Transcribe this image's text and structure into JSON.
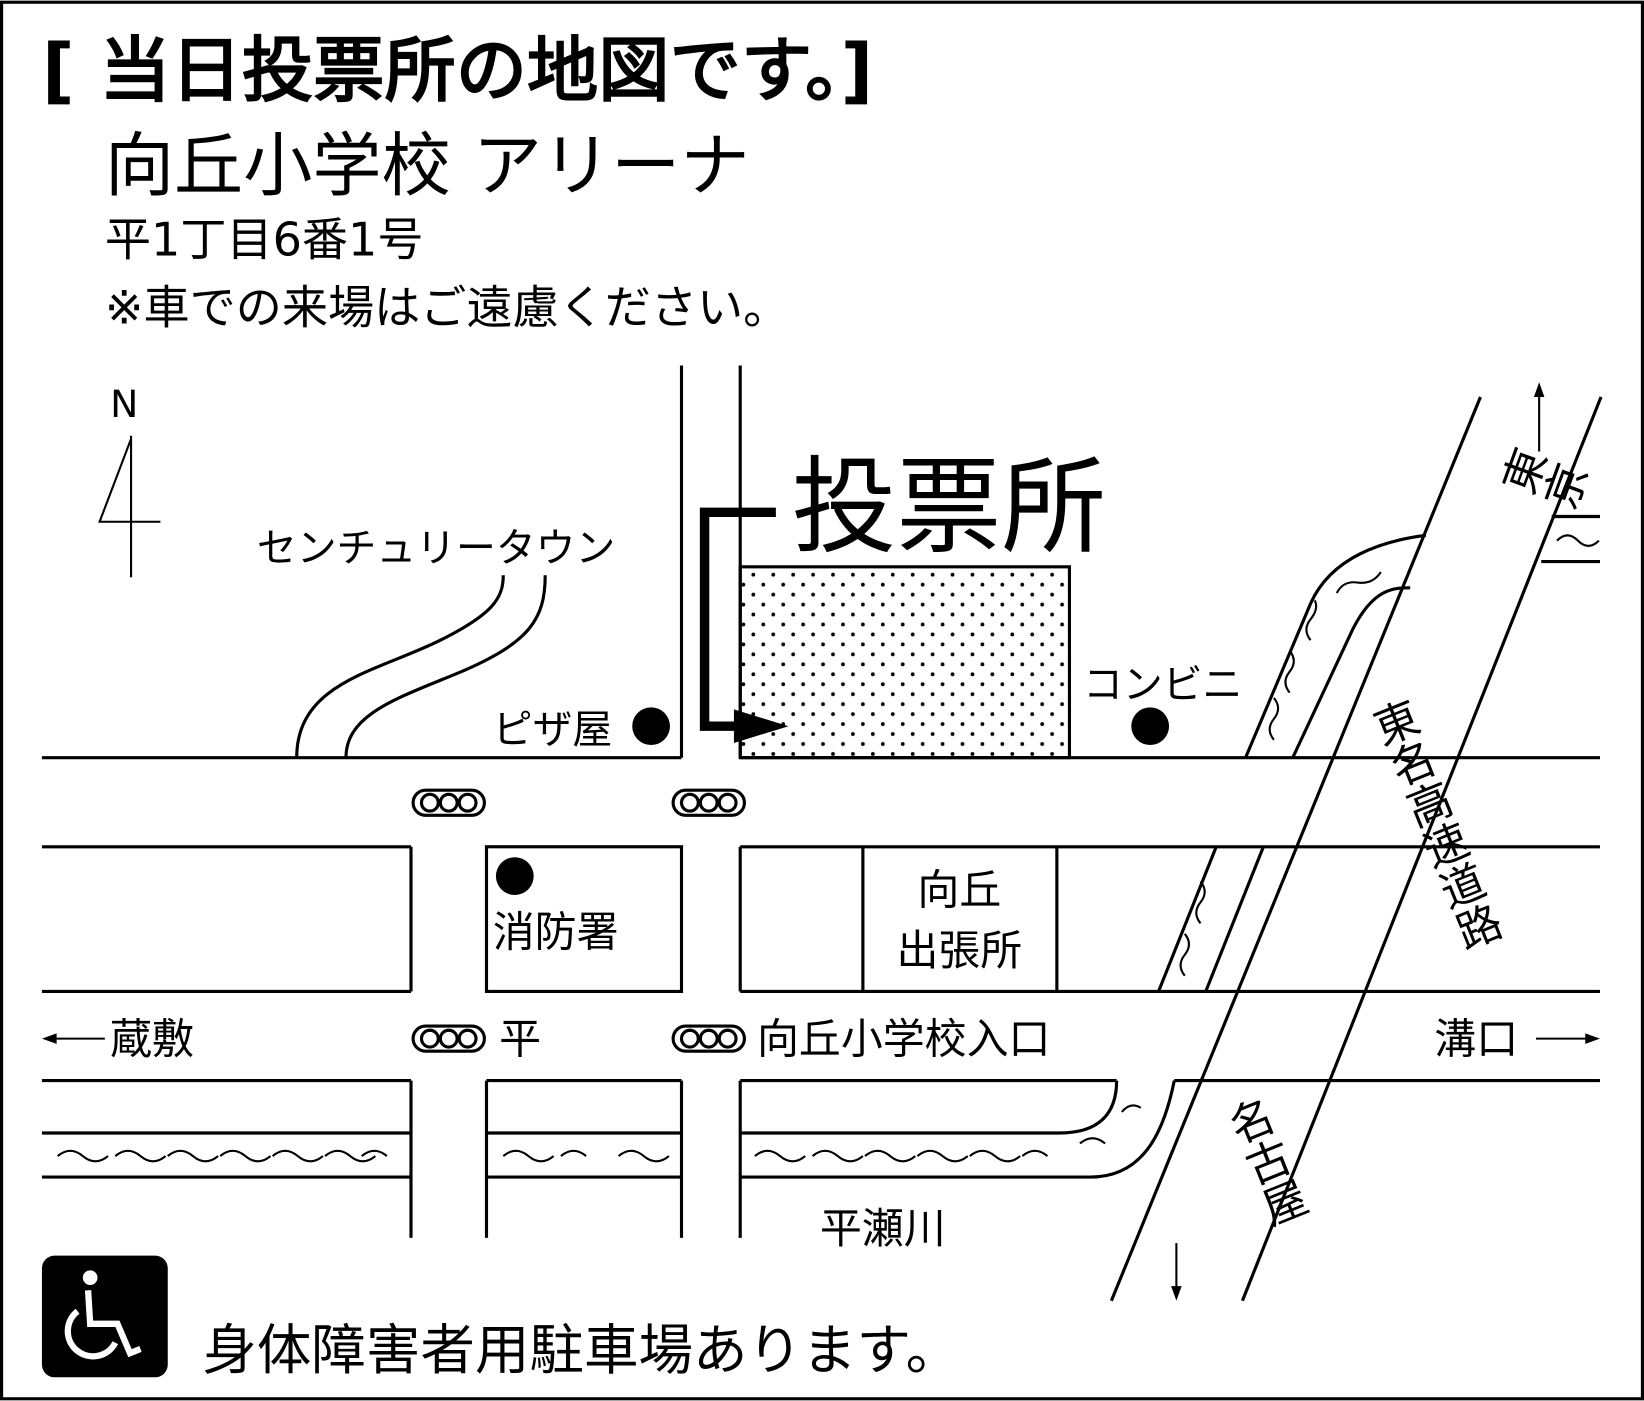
{
  "colors": {
    "ink": "#000000",
    "paper": "#ffffff"
  },
  "header": {
    "title": "[ 当日投票所の地図です。]",
    "venue": "向丘小学校 アリーナ",
    "address": "平1丁目6番1号",
    "notice": "※車での来場はご遠慮ください。"
  },
  "map": {
    "north": "N",
    "polling_place": "投票所",
    "century_town": "センチュリータウン",
    "pizza": "ピザ屋",
    "convenience": "コンビニ",
    "fire_station": "消防署",
    "branch_office_1": "向丘",
    "branch_office_2": "出張所",
    "west": "蔵敷",
    "east": "溝口",
    "intersection_hira": "平",
    "intersection_school": "向丘小学校入口",
    "river": "平瀬川",
    "expressway": "東名高速道路",
    "to_tokyo": "東京",
    "to_nagoya": "名古屋"
  },
  "footer": {
    "accessibility_icon": "wheelchair-icon",
    "parking_note": "身体障害者用駐車場あります。"
  }
}
